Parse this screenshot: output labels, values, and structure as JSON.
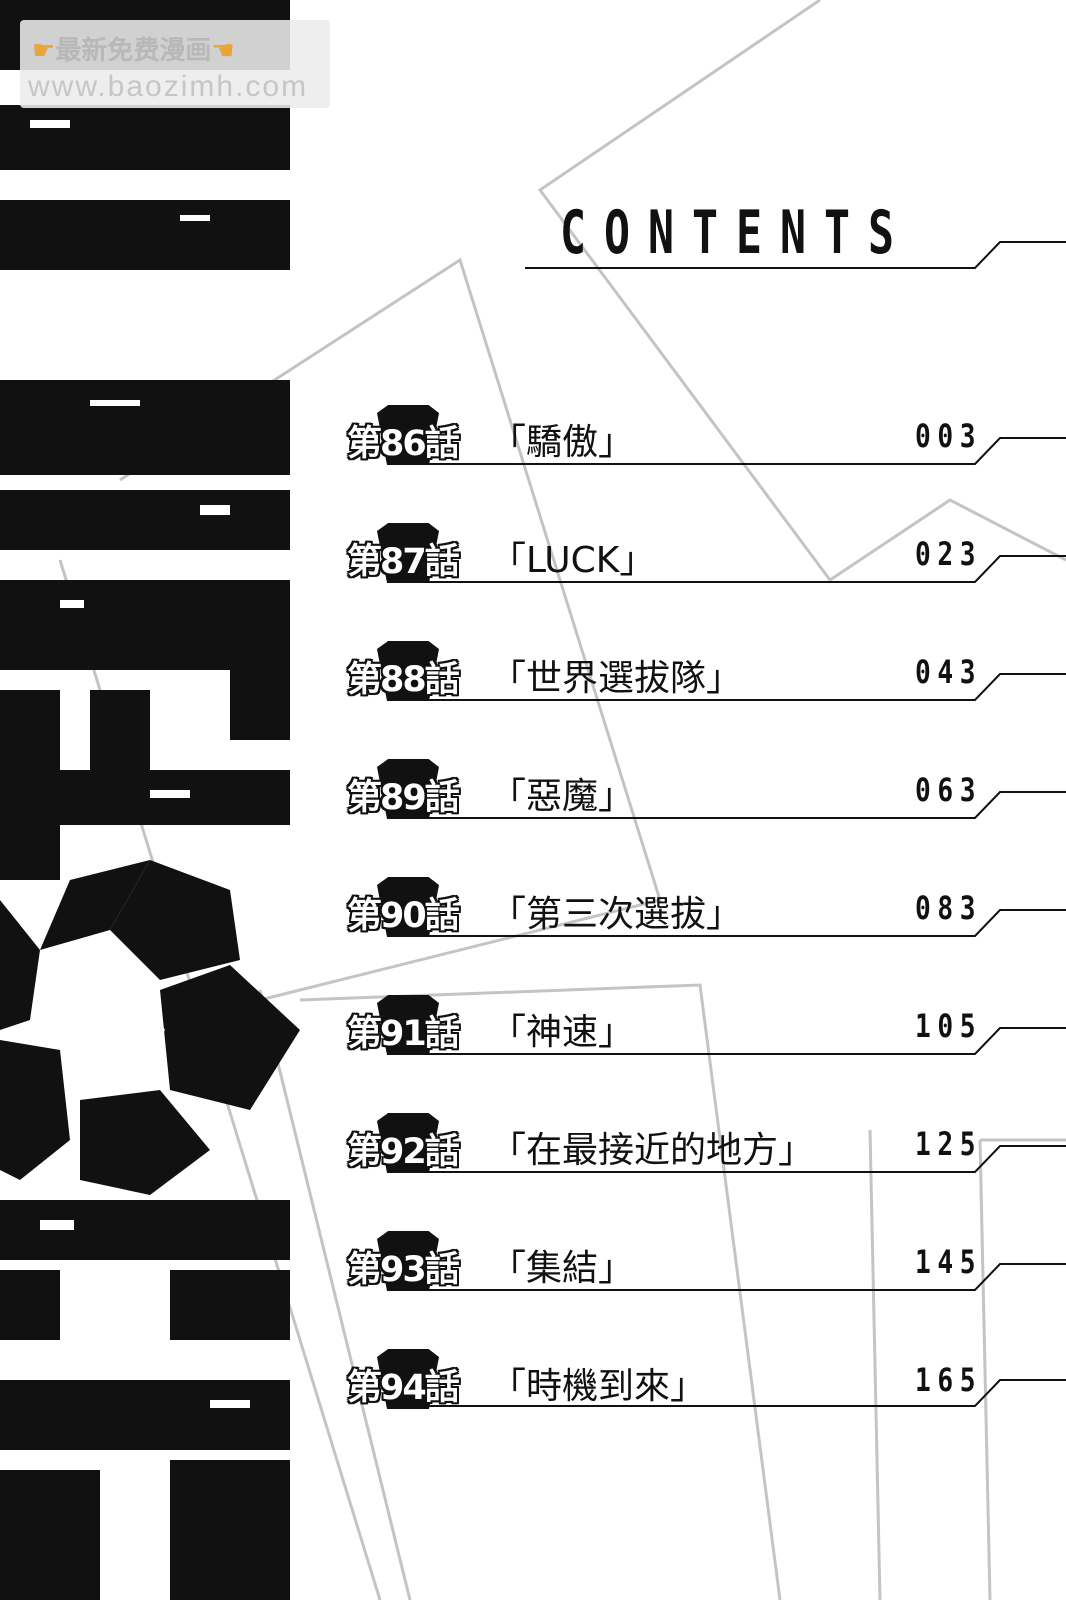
{
  "watermark": {
    "line1": "最新免费漫画",
    "line2": "www.baozimh.com"
  },
  "header": {
    "title": "CONTENTS"
  },
  "chapters": [
    {
      "ep": "第86話",
      "title": "「驕傲」",
      "page": "003"
    },
    {
      "ep": "第87話",
      "title": "「LUCK」",
      "page": "023"
    },
    {
      "ep": "第88話",
      "title": "「世界選拔隊」",
      "page": "043"
    },
    {
      "ep": "第89話",
      "title": "「惡魔」",
      "page": "063"
    },
    {
      "ep": "第90話",
      "title": "「第三次選拔」",
      "page": "083"
    },
    {
      "ep": "第91話",
      "title": "「神速」",
      "page": "105"
    },
    {
      "ep": "第92話",
      "title": "「在最接近的地方」",
      "page": "125"
    },
    {
      "ep": "第93話",
      "title": "「集結」",
      "page": "145"
    },
    {
      "ep": "第94話",
      "title": "「時機到來」",
      "page": "165"
    }
  ],
  "colors": {
    "ink": "#111111",
    "guide": "#bdbdbd",
    "paper": "#ffffff"
  },
  "icons": {
    "watermark_hand": "pointing-hand-icon",
    "badge": "pentagon-badge-icon"
  }
}
